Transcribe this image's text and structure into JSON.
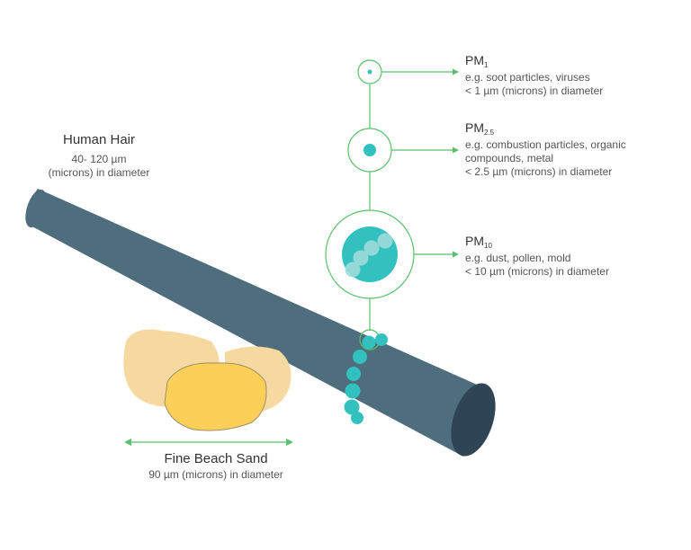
{
  "hair": {
    "title": "Human Hair",
    "size": "40- 120 µm",
    "unit": "(microns) in diameter"
  },
  "sand": {
    "title": "Fine Beach Sand",
    "size": "90 µm (microns) in diameter"
  },
  "pm": [
    {
      "prefix": "PM",
      "sub": "1",
      "examples": "e.g. soot particles, viruses",
      "size": "< 1 µm (microns) in diameter"
    },
    {
      "prefix": "PM",
      "sub": "2.5",
      "examples": "e.g. combustion particles, organic",
      "examples2": "compounds, metal",
      "size": "< 2.5 µm (microns) in diameter"
    },
    {
      "prefix": "PM",
      "sub": "10",
      "examples": "e.g. dust, pollen, mold",
      "size": "< 10 µm (microns) in diameter"
    }
  ],
  "colors": {
    "hair": "#4e6d7d",
    "hair_end": "#2f4556",
    "sand_light": "#f6d9a1",
    "sand_dark": "#fcd058",
    "particle": "#33c1c0",
    "line": "#5bbf6a"
  }
}
